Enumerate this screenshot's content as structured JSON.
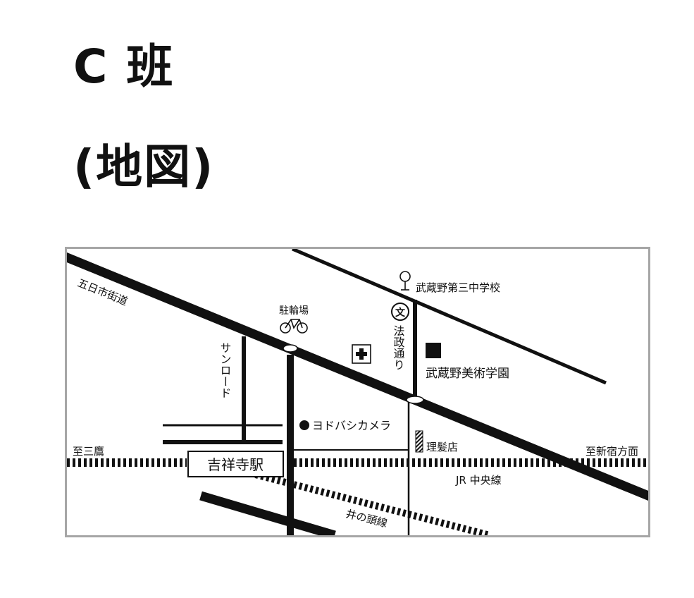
{
  "page": {
    "title_line1": "C 班",
    "title_line2": "(地図)"
  },
  "map": {
    "labels": {
      "gokaichi_road": "五日市街道",
      "bicycle_parking": "駐輪場",
      "junior_high": "武蔵野第三中学校",
      "hosei_street": "法政通り",
      "art_school": "武蔵野美術学園",
      "sun_road": "サンロード",
      "yodobashi": "ヨドバシカメラ",
      "to_mitaka": "至三鷹",
      "barber": "理髪店",
      "to_shinjuku": "至新宿方面",
      "station": "吉祥寺駅",
      "jr_line": "JR 中央線",
      "inokashira_line": "井の頭線",
      "school_symbol": "文"
    },
    "icons": [
      "bicycle-icon",
      "hospital-cross-icon",
      "school-symbol-icon",
      "junior-high-symbol-icon",
      "barber-pole-icon",
      "building-square-icon",
      "store-dot-icon"
    ],
    "colors": {
      "line": "#111111",
      "frame": "#a6a6a6",
      "background": "#ffffff"
    }
  }
}
